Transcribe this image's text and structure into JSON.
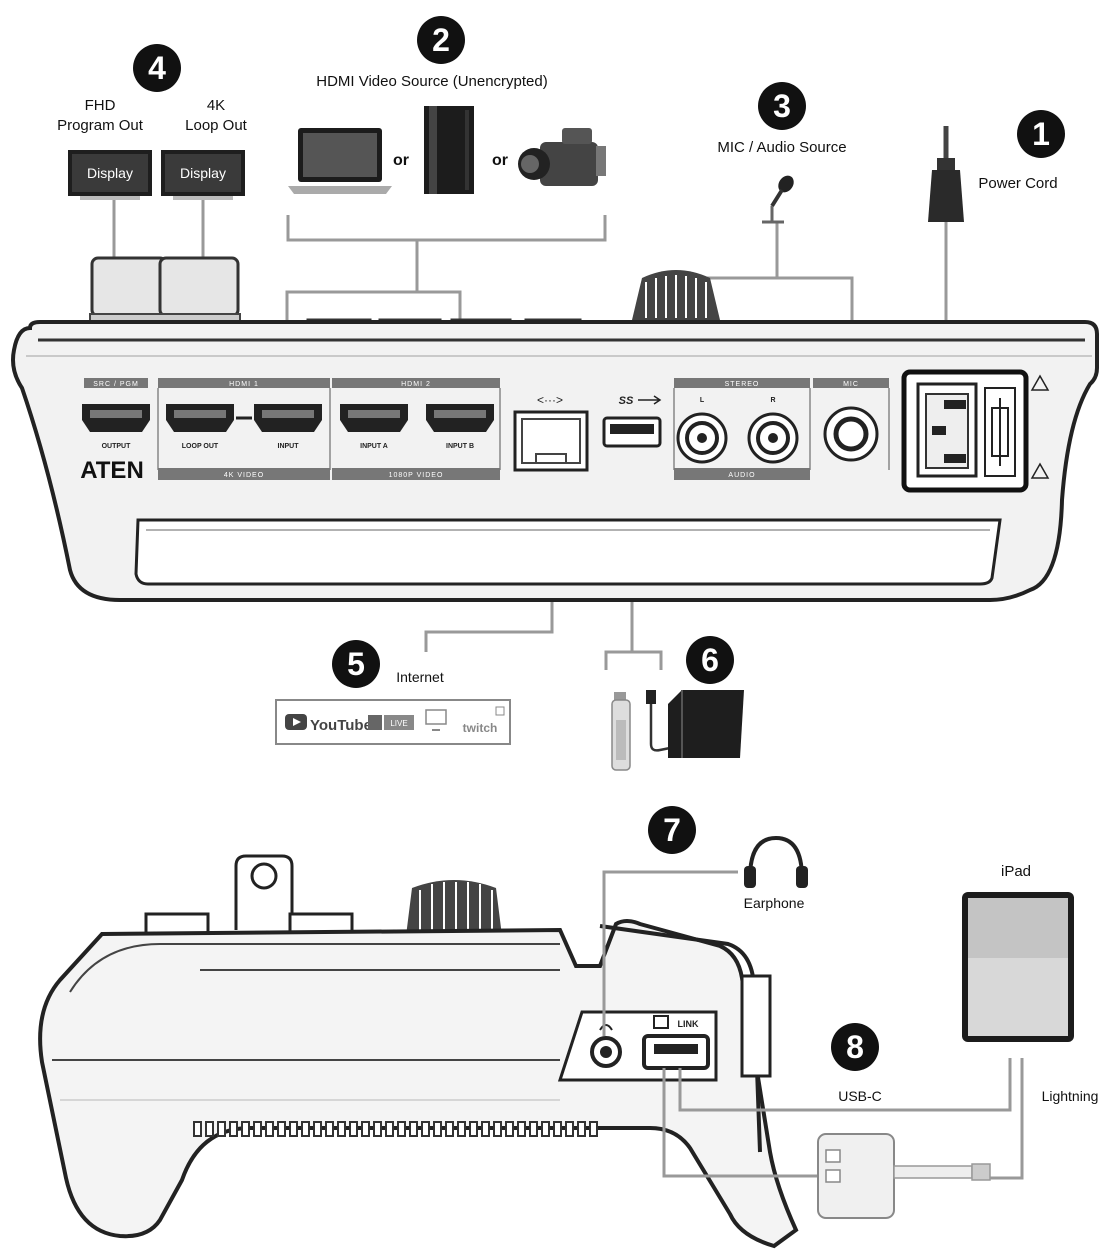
{
  "labels": {
    "hdmi_source": "HDMI Video Source (Unencrypted)",
    "fhd_program_out": [
      "FHD",
      "Program Out"
    ],
    "loop_out_4k": [
      "4K",
      "Loop Out"
    ],
    "display_1": "Display",
    "display_2": "Display",
    "or_1": "or",
    "or_2": "or",
    "mic_audio": "MIC / Audio Source",
    "power_cord": "Power Cord",
    "internet": "Internet",
    "earphone": "Earphone",
    "ipad": "iPad",
    "usb_c": "USB-C",
    "lightning": "Lightning"
  },
  "callouts": [
    "1",
    "2",
    "3",
    "4",
    "5",
    "6",
    "7",
    "8"
  ],
  "panel": {
    "brand": "ATEN",
    "src_pgm": "SRC / PGM",
    "hdmi1": "HDMI 1",
    "hdmi2": "HDMI 2",
    "stereo": "STEREO",
    "mic": "MIC",
    "video_4k": "4K VIDEO",
    "video_1080p": "1080P VIDEO",
    "audio": "AUDIO",
    "output": "OUTPUT",
    "loop_out": "LOOP OUT",
    "input": "INPUT",
    "input_a": "INPUT A",
    "input_b": "INPUT B",
    "left": "L",
    "right": "R",
    "lan": "<···>",
    "usb_ss": "SS",
    "link": "LINK"
  },
  "services": {
    "youtube": "YouTube",
    "facebook_live": "LIVE",
    "twitch": "twitch"
  }
}
